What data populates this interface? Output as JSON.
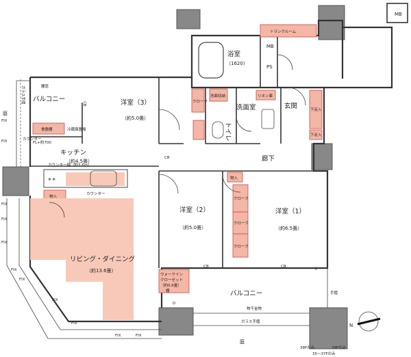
{
  "rooms": {
    "balcony_west": "バルコニー",
    "western3": "洋室（3）",
    "western3_size": "（約5.0畳）",
    "bath": "浴室",
    "bath_size": "（1620）",
    "washroom": "洗面室",
    "entrance": "玄関",
    "toilet": "トイレ",
    "kitchen": "キッチン",
    "kitchen_size": "（約4.5畳）",
    "hallway": "廊下",
    "western2": "洋室（2）",
    "western2_size": "（約5.0畳）",
    "western1": "洋室（1）",
    "western1_size": "（約6.5畳）",
    "living": "リビング・ダイニング",
    "living_size": "（約13.6畳）",
    "balcony_east": "バルコニー"
  },
  "storage": {
    "trunk_room": "トランクルーム",
    "closet3": "クローク",
    "linen": "洗面収納",
    "linen2": "リネン庫",
    "shoes": "下足入",
    "shoes2": "下足入",
    "pantry": "食器棚",
    "fridge": "冷蔵庫置場",
    "storage_kitchen": "物入",
    "storage_hall": "物入",
    "closet1a": "クローク",
    "closet1b": "クローク",
    "closet1c": "クローク",
    "walkin": "ウォークイン",
    "walkin2": "クローゼット",
    "walkin_size": "（約0.6畳）",
    "shelf": "棚"
  },
  "labels": {
    "mb_top": "MB",
    "mb": "MB",
    "ps": "PS",
    "yard": "庭",
    "yard_bottom": "庭",
    "glass_rail_top": "ガラス手摺",
    "glass_rail_bottom": "ガラス手摺",
    "drying": "物干金物",
    "counter": "カウンター",
    "counter_h": "カウンター",
    "counter_detail": "カウンター幅（約3.6m）",
    "fl": "FL+約700",
    "cb1": "CB",
    "cb2": "CB",
    "cb3": "CB",
    "cb_left": "CB",
    "p": "P",
    "d": "D",
    "handrail": "腰窓",
    "handrail2": "手摺",
    "fix": "FIX",
    "floor_note1": "38Fのみ",
    "floor_note2": "38Fのみ",
    "floor_note3": "35〜37Fのみ",
    "north": "N"
  },
  "colors": {
    "storage_fill": "#f4b6a5",
    "living_tint": "#f8c9b8",
    "pillar": "#888888",
    "wall": "#333333"
  }
}
